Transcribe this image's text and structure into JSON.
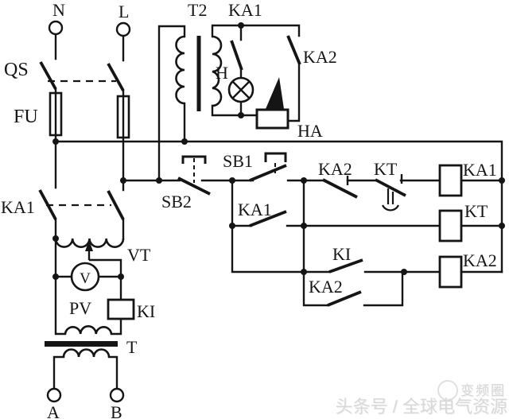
{
  "diagram": {
    "type": "relay control electrical schematic",
    "power": {
      "terminal_n": "N",
      "terminal_l": "L",
      "isolator": "QS",
      "fuse": "FU"
    },
    "alarm": {
      "transformer": "T2",
      "lamp_contact": "KA1",
      "horn_contact": "KA2",
      "lamp": "H",
      "horn": "HA"
    },
    "control": {
      "stop_button": "SB2",
      "start_button": "SB1",
      "hold_contact": "KA1",
      "nc_contact": "KA2",
      "delay_contact": "KT",
      "relay_coil": "KA1",
      "timer_coil": "KT",
      "current_contact": "KI",
      "parallel_contact": "KA2",
      "alarm_relay_coil": "KA2"
    },
    "main": {
      "contact": "KA1",
      "autotransformer": "VT",
      "voltmeter": "PV",
      "voltmeter_symbol": "V",
      "current_relay": "KI",
      "transformer": "T",
      "terminal_a": "A",
      "terminal_b": "B"
    }
  },
  "watermark": {
    "brand": "变频圈",
    "credit": "头条号 / 全球电气资源"
  },
  "colors": {
    "line": "#151515",
    "background": "#ffffff",
    "watermark": "#d8d8d8"
  }
}
